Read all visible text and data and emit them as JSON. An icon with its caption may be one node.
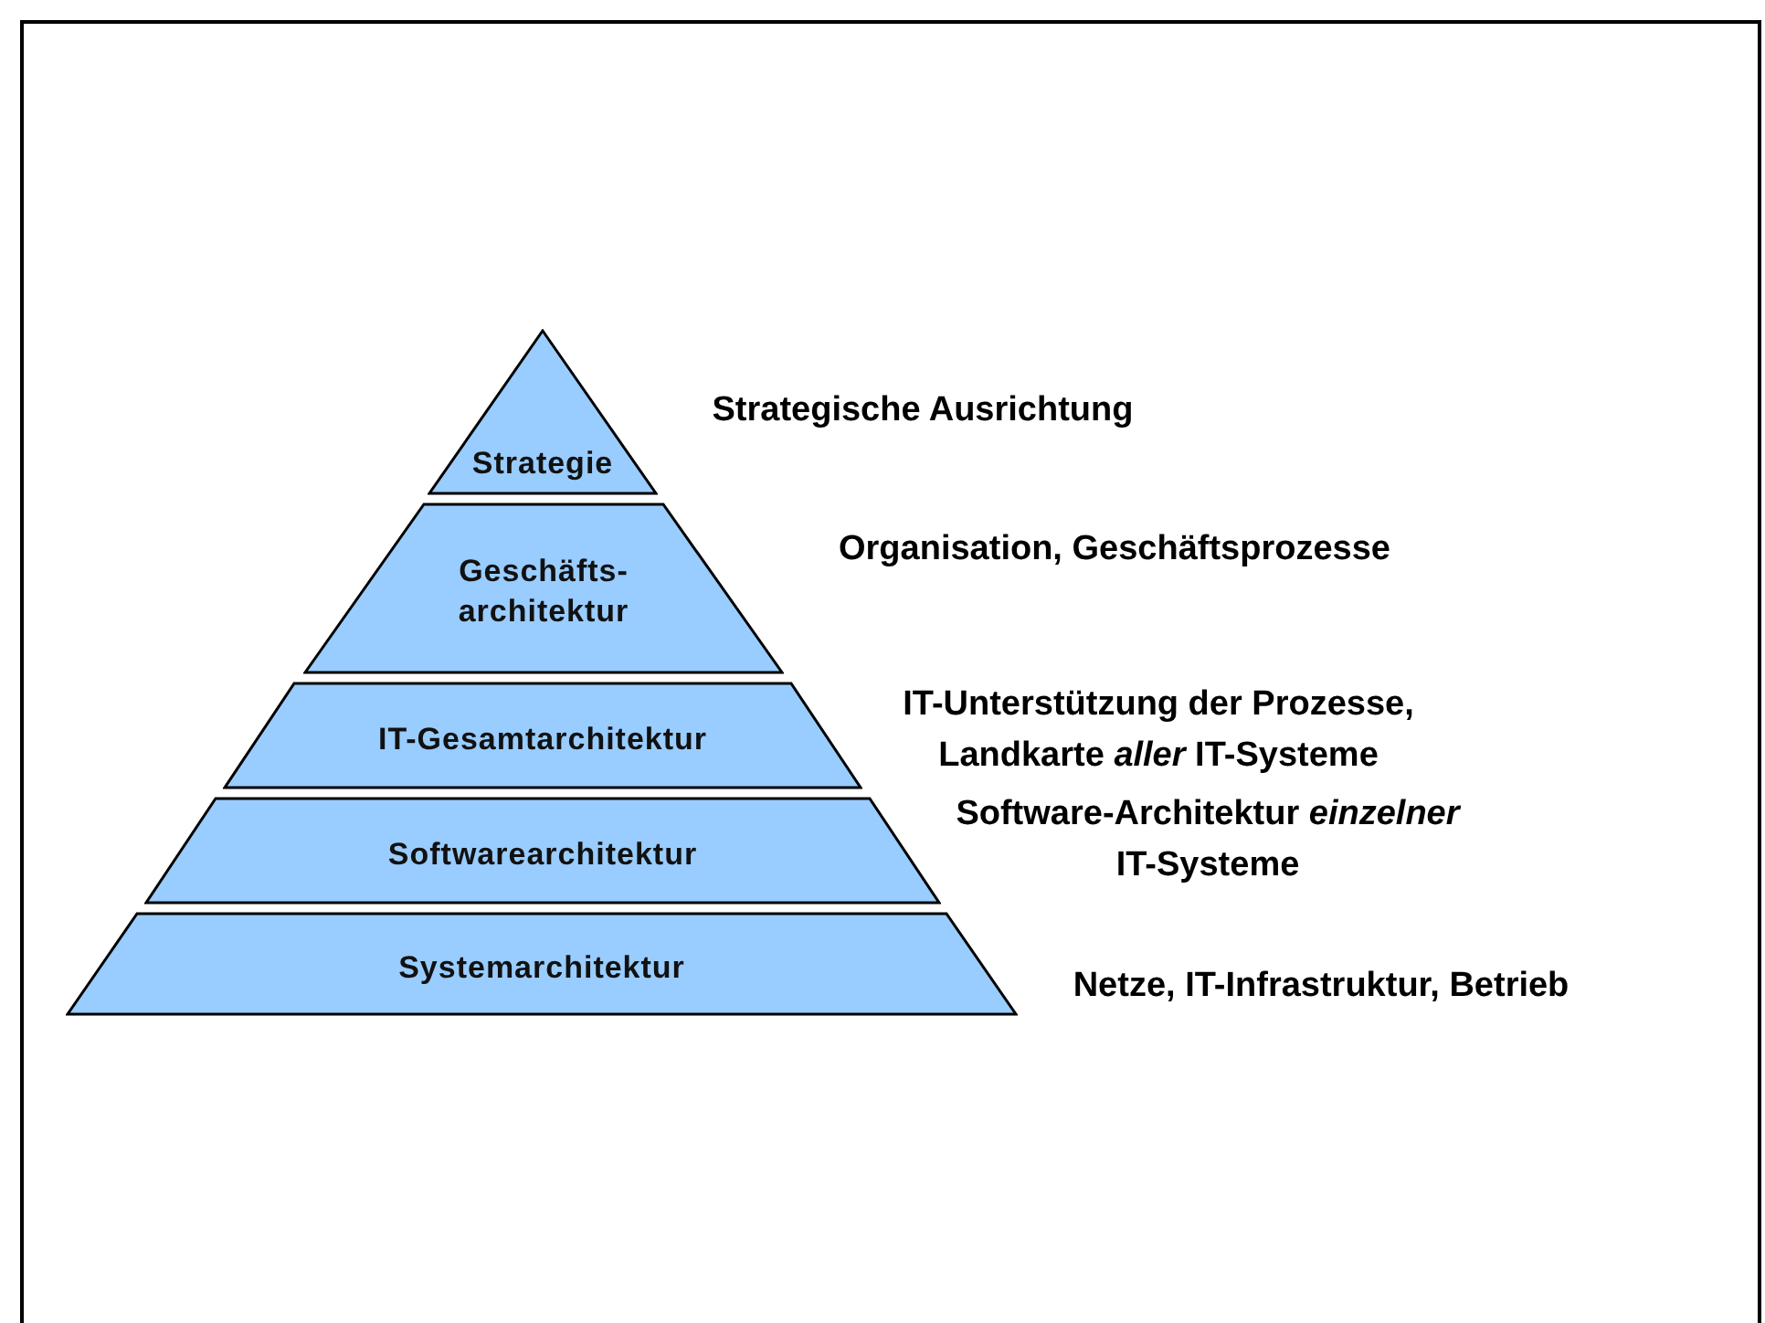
{
  "diagram": {
    "nodes": [
      {
        "text": [
          "Strategie"
        ],
        "beside": [
          "Strategische Ausrichtung"
        ]
      },
      {
        "text": [
          "Geschäfts- architektur"
        ],
        "beside": [
          "Organisation, Geschäftsprozesse"
        ]
      },
      {
        "text": [
          "IT-Gesamtarchitektur"
        ],
        "beside": [
          "IT-Unterstützung der Prozesse, Landkarte *aller* IT-Systeme"
        ]
      },
      {
        "text": [
          "Softwarearchitektur"
        ],
        "beside": [
          "Software-Architektur *einzelner* IT-Systeme"
        ]
      },
      {
        "text": [
          "Systemarchitektur"
        ],
        "beside": [
          "Netze, IT-Infrastruktur, Betrieb"
        ]
      }
    ]
  }
}
